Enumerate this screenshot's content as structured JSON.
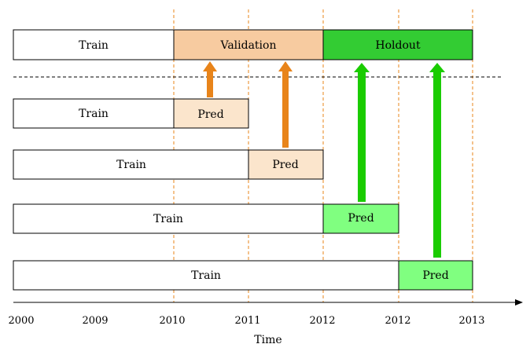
{
  "top_row": {
    "train": "Train",
    "validation": "Validation",
    "holdout": "Holdout"
  },
  "rows": [
    {
      "train": "Train",
      "pred": "Pred"
    },
    {
      "train": "Train",
      "pred": "Pred"
    },
    {
      "train": "Train",
      "pred": "Pred"
    },
    {
      "train": "Train",
      "pred": "Pred"
    }
  ],
  "axis": {
    "ticks": [
      "2000",
      "2009",
      "2010",
      "2011",
      "2012",
      "2012",
      "2013"
    ],
    "label": "Time"
  },
  "colors": {
    "validation_fill": "#f7cba0",
    "holdout_fill": "#33cc33",
    "pred_orange_fill": "#fbe5cc",
    "pred_green_fill": "#80ff80",
    "arrow_orange": "#e8841a",
    "arrow_green": "#1acc00",
    "vline": "#e8841a"
  }
}
